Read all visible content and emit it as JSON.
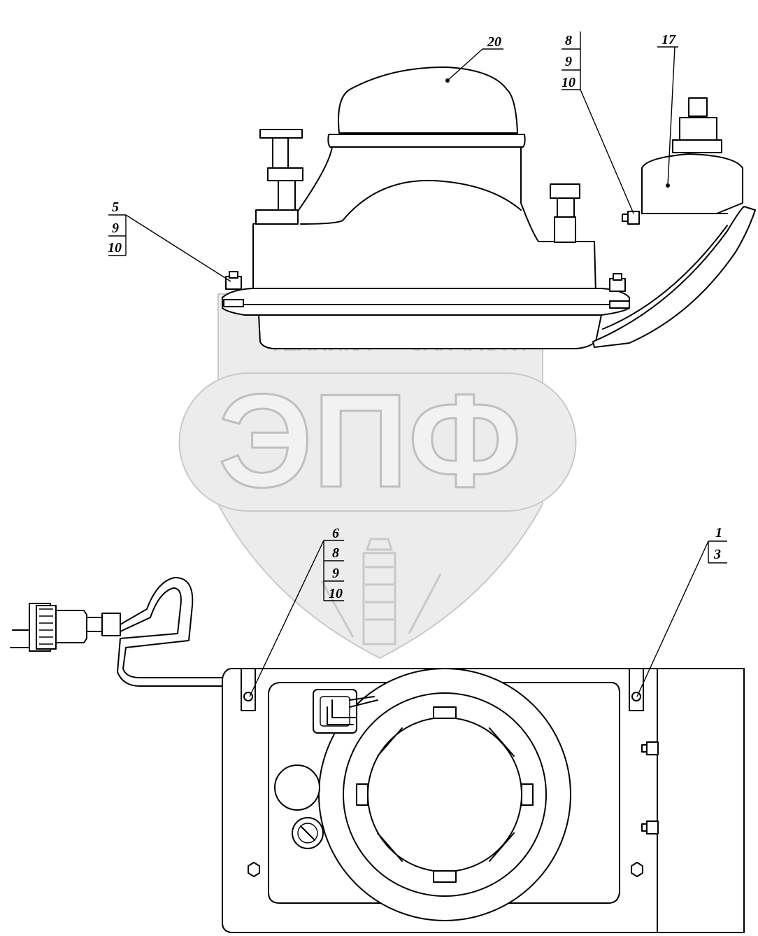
{
  "watermark": {
    "brand_top_left": "ТЕХНИКА",
    "brand_top_right": "ЗАПЧАСТИ",
    "brand_logo": "ЭПФ"
  },
  "callouts": {
    "c20": [
      "20"
    ],
    "c17": [
      "17"
    ],
    "c8_9_10": [
      "8",
      "9",
      "10"
    ],
    "c5_9_10": [
      "5",
      "9",
      "10"
    ],
    "c6_8_9_10": [
      "6",
      "8",
      "9",
      "10"
    ],
    "c1_3": [
      "1",
      "3"
    ]
  }
}
